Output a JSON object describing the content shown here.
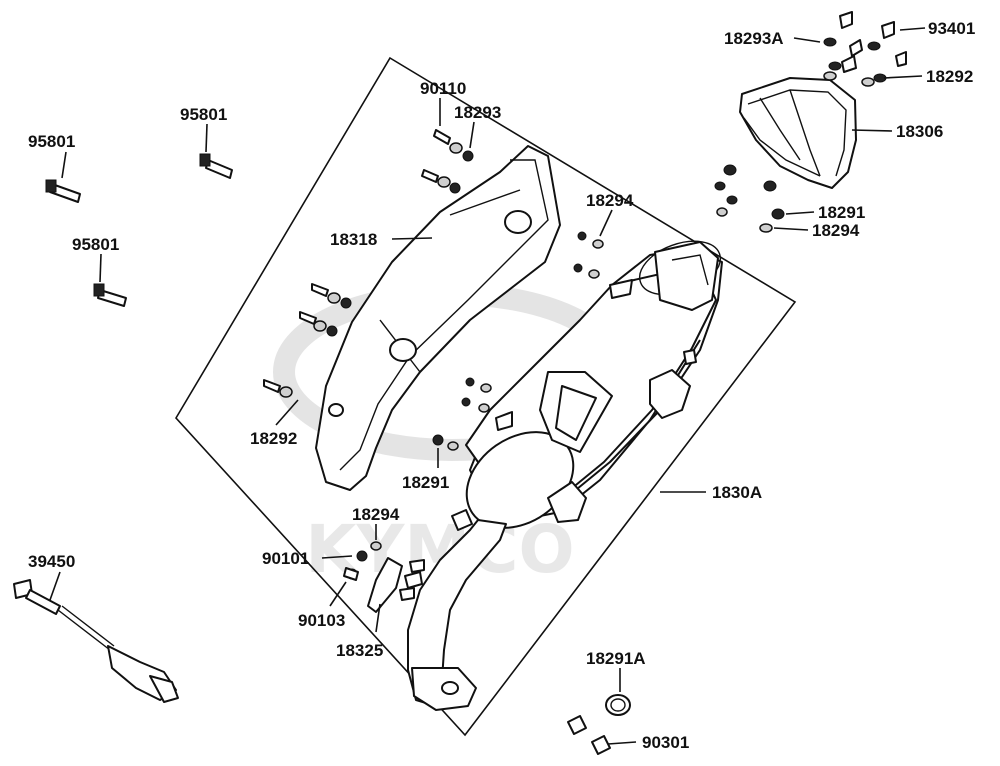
{
  "watermark": {
    "brand": "KYMCO"
  },
  "labels": {
    "p18293A": "18293A",
    "p93401": "93401",
    "p18292_top": "18292",
    "p18306": "18306",
    "p18291_right": "18291",
    "p18294_right": "18294",
    "p95801_a": "95801",
    "p95801_b": "95801",
    "p95801_c": "95801",
    "p90110": "90110",
    "p18293": "18293",
    "p18294_mid": "18294",
    "p18318": "18318",
    "p18292_left": "18292",
    "p18291_mid": "18291",
    "p1830A": "1830A",
    "p18294_low": "18294",
    "p90101": "90101",
    "p90103": "90103",
    "p18325": "18325",
    "p39450": "39450",
    "p18291A": "18291A",
    "p90301": "90301"
  }
}
